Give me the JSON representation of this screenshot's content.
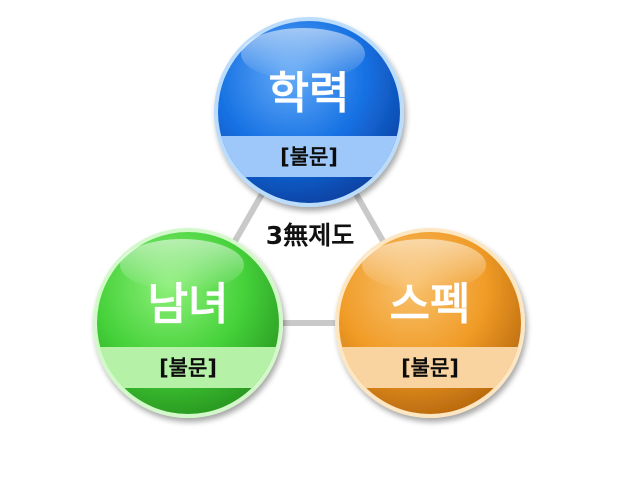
{
  "center_label": "3無제도",
  "nodes": [
    {
      "id": "education",
      "title": "학력",
      "caption": "[불문]",
      "colors": {
        "light": "#63aaf7",
        "base": "#1671e3",
        "dark": "#0b3f9e",
        "band": "#9ec8fa",
        "ring": "#bcdcfc"
      }
    },
    {
      "id": "gender",
      "title": "남녀",
      "caption": "[불문]",
      "colors": {
        "light": "#8ef07a",
        "base": "#45d13a",
        "dark": "#27951f",
        "band": "#b5f2a8",
        "ring": "#d3f9cb"
      }
    },
    {
      "id": "spec",
      "title": "스펙",
      "caption": "[불문]",
      "colors": {
        "light": "#f8c16d",
        "base": "#f09b26",
        "dark": "#b5660c",
        "band": "#fad4a0",
        "ring": "#fde6c2"
      }
    }
  ],
  "connector_color": "#c9c9c9"
}
